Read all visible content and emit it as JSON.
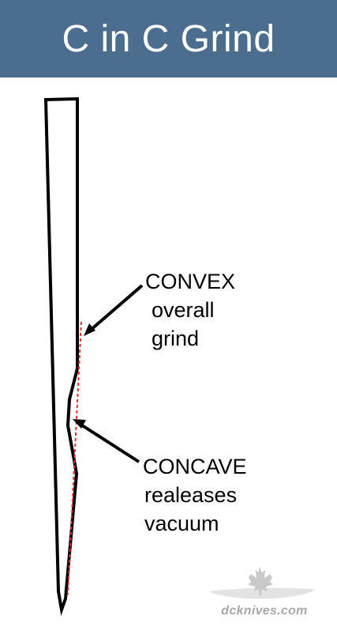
{
  "header": {
    "title": "C in C Grind",
    "background": "#4b6e8f"
  },
  "labels": {
    "convex": [
      "CONVEX",
      "overall",
      "grind"
    ],
    "concave": [
      "CONCAVE",
      "realeases",
      "vacuum"
    ]
  },
  "watermark": {
    "text": "dcknives.com",
    "icon": "maple-leaf-icon"
  },
  "colors": {
    "outline": "#000000",
    "reference_line": "#e2302f",
    "watermark": "#a9a9a9"
  }
}
